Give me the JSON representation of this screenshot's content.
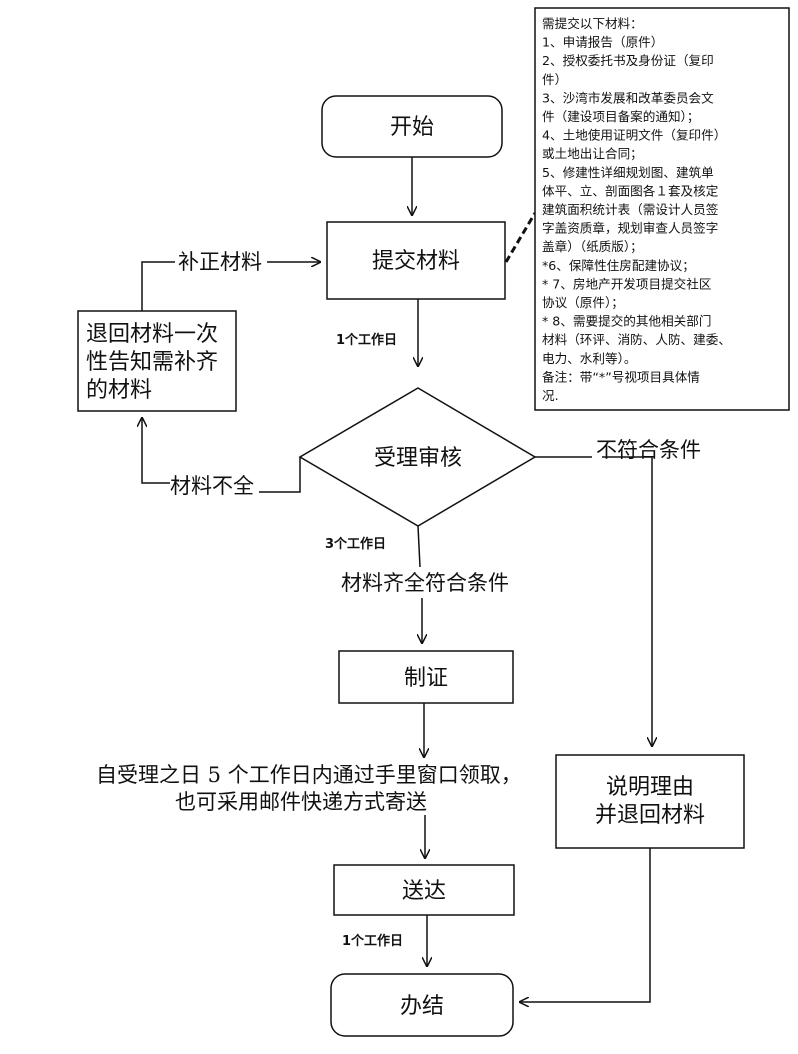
{
  "nodes": {
    "start": "开始",
    "submit": "提交材料",
    "review": "受理审核",
    "return_once_lines": [
      "退回材料一次",
      "性告知需补齐",
      "的材料"
    ],
    "certificate": "制证",
    "explain_lines": [
      "说明理由",
      "并退回材料"
    ],
    "deliver": "送达",
    "finish": "办结"
  },
  "labels": {
    "supplement": "补正材料",
    "incomplete": "材料不全",
    "not_qualified": "不符合条件",
    "complete_qualified": "材料齐全符合条件",
    "pickup_line1": "自受理之日  5 个工作日内通过手里窗口领取，",
    "pickup_line2": "也可采用邮件快递方式寄送"
  },
  "days": {
    "submit_to_review": "1个工作日",
    "review_to_cert": "3个工作日",
    "deliver_to_finish": "1个工作日"
  },
  "materials_note": {
    "lines": [
      "需提交以下材料：",
      "1、申请报告（原件）",
      "2、授权委托书及身份证（复印",
      "件）",
      "3、沙湾市发展和改革委员会文",
      "件（建设项目备案的通知）；",
      "4、土地使用证明文件（复印件）",
      "或土地出让合同；",
      "5、修建性详细规划图、建筑单",
      "体平、立、剖面图各１套及核定",
      "建筑面积统计表（需设计人员签",
      "字盖资质章，规划审查人员签字",
      "盖章）（纸质版）；",
      "*6、保障性住房配建协议；",
      "* 7、房地产开发项目提交社区",
      "协议（原件）；",
      "* 8、需要提交的其他相关部门",
      "材料（环评、消防、人防、建委、",
      "电力、水利等）。",
      "备注：带“*”号视项目具体情",
      "况."
    ]
  }
}
